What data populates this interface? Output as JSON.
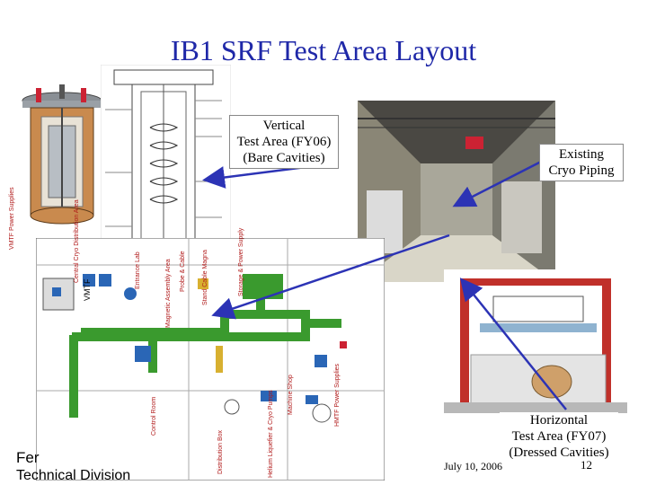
{
  "slide": {
    "title": "IB1 SRF Test Area Layout",
    "callouts": {
      "vertical": [
        "Vertical",
        "Test Area (FY06)",
        "(Bare Cavities)"
      ],
      "existing": [
        "Existing",
        "Cryo Piping"
      ],
      "horizontal": [
        "Horizontal",
        "Test Area (FY07)",
        "(Dressed Cavities)"
      ]
    },
    "footer": {
      "org_line1": "Fer",
      "org_line2": "Technical Division",
      "date": "July 10, 2006",
      "page": "12"
    }
  },
  "floorplan_labels": {
    "vmtf_power_supplies": "VMTF Power Supplies",
    "central_cryo": "Central Cryo Distribution Area",
    "entrance": "Entrance Lab",
    "probe": "Probe & Cable",
    "stand": "Stand Cable Magna",
    "storage": "Storage & Power Supply",
    "magnetic": "Magnetic Assembly Area",
    "control_room": "Control Room",
    "machine_shop": "Machine Shop",
    "hmtf_power_supplies": "HMTF Power Supplies",
    "distribution_box": "Distribution Box",
    "helium_liquefier": "Helium Liquefier & Cryo Pumps",
    "vmtf": "VMTF"
  },
  "colors": {
    "title": "#1f28a8",
    "arrow": "#2c33b5",
    "pipe_green": "#3a9a2e",
    "label_red": "#b01818"
  }
}
